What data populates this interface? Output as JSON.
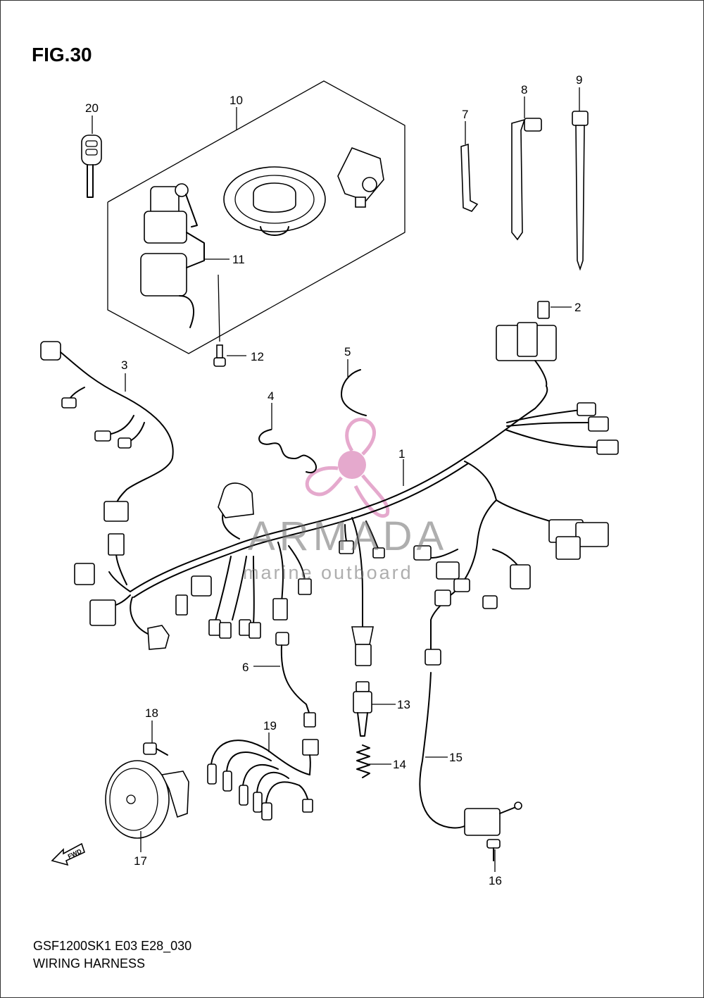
{
  "figure": {
    "title": "FIG.30",
    "footer_code": "GSF1200SK1 E03 E28_030",
    "footer_name": "WIRING HARNESS",
    "fwd_label": "FWD"
  },
  "watermark": {
    "brand": "ARMADA",
    "subtitle": "marine outboard",
    "logo_color": "#e3a0c8"
  },
  "parts": [
    {
      "id": "1",
      "label": "1"
    },
    {
      "id": "2",
      "label": "2"
    },
    {
      "id": "3",
      "label": "3"
    },
    {
      "id": "4",
      "label": "4"
    },
    {
      "id": "5",
      "label": "5"
    },
    {
      "id": "6",
      "label": "6"
    },
    {
      "id": "7",
      "label": "7"
    },
    {
      "id": "8",
      "label": "8"
    },
    {
      "id": "9",
      "label": "9"
    },
    {
      "id": "10",
      "label": "10"
    },
    {
      "id": "11",
      "label": "11"
    },
    {
      "id": "12",
      "label": "12"
    },
    {
      "id": "13",
      "label": "13"
    },
    {
      "id": "14",
      "label": "14"
    },
    {
      "id": "15",
      "label": "15"
    },
    {
      "id": "16",
      "label": "16"
    },
    {
      "id": "17",
      "label": "17"
    },
    {
      "id": "18",
      "label": "18"
    },
    {
      "id": "19",
      "label": "19"
    },
    {
      "id": "20",
      "label": "20"
    }
  ]
}
